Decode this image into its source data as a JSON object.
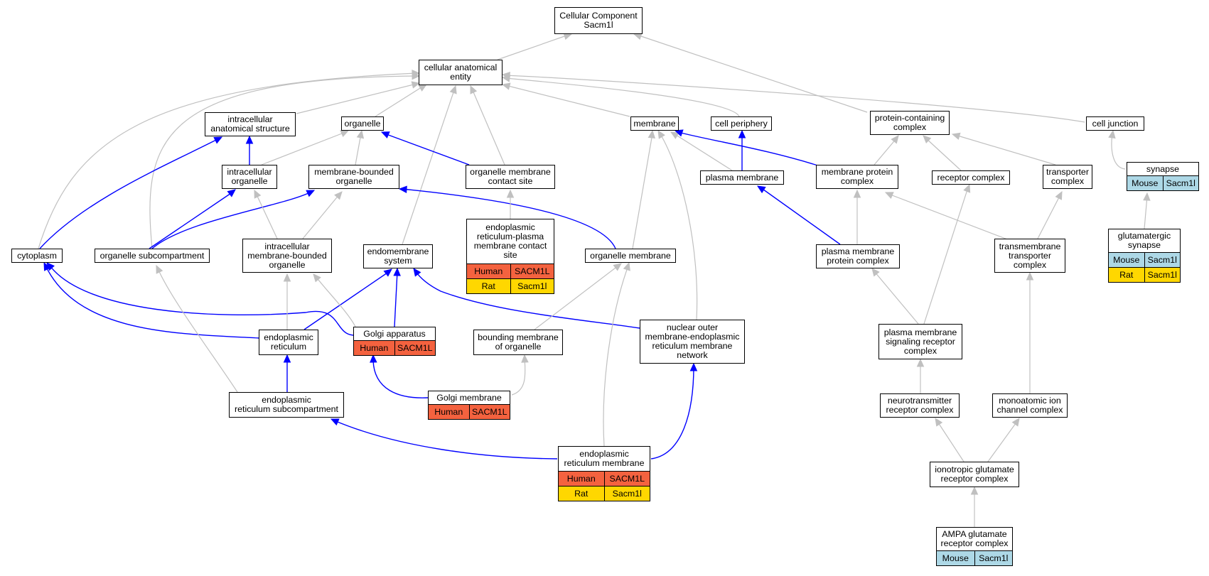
{
  "colors": {
    "gray_edge": "#c0c0c0",
    "blue_edge": "#0000ff",
    "Human": "#f4623f",
    "Rat": "#ffd700",
    "Mouse": "#add8e6"
  },
  "nodes": [
    {
      "id": "cc",
      "label": "Cellular Component\nSacm1l",
      "annot": []
    },
    {
      "id": "cae",
      "label": "cellular anatomical\nentity",
      "annot": []
    },
    {
      "id": "ias",
      "label": "intracellular\nanatomical structure",
      "annot": []
    },
    {
      "id": "org",
      "label": "organelle",
      "annot": []
    },
    {
      "id": "mem",
      "label": "membrane",
      "annot": []
    },
    {
      "id": "cp",
      "label": "cell periphery",
      "annot": []
    },
    {
      "id": "pcc",
      "label": "protein-containing\ncomplex",
      "annot": []
    },
    {
      "id": "cj",
      "label": "cell junction",
      "annot": []
    },
    {
      "id": "io",
      "label": "intracellular\norganelle",
      "annot": []
    },
    {
      "id": "mbo",
      "label": "membrane-bounded\norganelle",
      "annot": []
    },
    {
      "id": "omcs",
      "label": "organelle membrane\ncontact site",
      "annot": []
    },
    {
      "id": "pm",
      "label": "plasma membrane",
      "annot": []
    },
    {
      "id": "mpc",
      "label": "membrane protein\ncomplex",
      "annot": []
    },
    {
      "id": "rc",
      "label": "receptor complex",
      "annot": []
    },
    {
      "id": "tc",
      "label": "transporter\ncomplex",
      "annot": []
    },
    {
      "id": "syn",
      "label": "synapse",
      "annot": [
        [
          "Mouse",
          "Sacm1l"
        ]
      ]
    },
    {
      "id": "cyt",
      "label": "cytoplasm",
      "annot": []
    },
    {
      "id": "osc",
      "label": "organelle subcompartment",
      "annot": []
    },
    {
      "id": "imbo",
      "label": "intracellular\nmembrane-bounded\norganelle",
      "annot": []
    },
    {
      "id": "es",
      "label": "endomembrane\nsystem",
      "annot": []
    },
    {
      "id": "erpm",
      "label": "endoplasmic\nreticulum-plasma\nmembrane contact\nsite",
      "annot": [
        [
          "Human",
          "SACM1L"
        ],
        [
          "Rat",
          "Sacm1l"
        ]
      ]
    },
    {
      "id": "om",
      "label": "organelle membrane",
      "annot": []
    },
    {
      "id": "pmpc",
      "label": "plasma membrane\nprotein complex",
      "annot": []
    },
    {
      "id": "tmtc",
      "label": "transmembrane\ntransporter\ncomplex",
      "annot": []
    },
    {
      "id": "gs",
      "label": "glutamatergic\nsynapse",
      "annot": [
        [
          "Mouse",
          "Sacm1l"
        ],
        [
          "Rat",
          "Sacm1l"
        ]
      ]
    },
    {
      "id": "er",
      "label": "endoplasmic\nreticulum",
      "annot": []
    },
    {
      "id": "ga",
      "label": "Golgi apparatus",
      "annot": [
        [
          "Human",
          "SACM1L"
        ]
      ]
    },
    {
      "id": "bmo",
      "label": "bounding membrane\nof organelle",
      "annot": []
    },
    {
      "id": "nom",
      "label": "nuclear outer\nmembrane-endoplasmic\nreticulum membrane\nnetwork",
      "annot": []
    },
    {
      "id": "pmsrc",
      "label": "plasma membrane\nsignaling receptor\ncomplex",
      "annot": []
    },
    {
      "id": "ersc",
      "label": "endoplasmic\nreticulum subcompartment",
      "annot": []
    },
    {
      "id": "gm",
      "label": "Golgi membrane",
      "annot": [
        [
          "Human",
          "SACM1L"
        ]
      ]
    },
    {
      "id": "ntrc",
      "label": "neurotransmitter\nreceptor complex",
      "annot": []
    },
    {
      "id": "micc",
      "label": "monoatomic ion\nchannel complex",
      "annot": []
    },
    {
      "id": "erm",
      "label": "endoplasmic\nreticulum membrane",
      "annot": [
        [
          "Human",
          "SACM1L"
        ],
        [
          "Rat",
          "Sacm1l"
        ]
      ]
    },
    {
      "id": "igrc",
      "label": "ionotropic glutamate\nreceptor complex",
      "annot": []
    },
    {
      "id": "ampa",
      "label": "AMPA glutamate\nreceptor complex",
      "annot": [
        [
          "Mouse",
          "Sacm1l"
        ]
      ]
    }
  ],
  "edges": [
    {
      "from": "cae",
      "to": "cc",
      "kind": "is_a"
    },
    {
      "from": "pcc",
      "to": "cc",
      "kind": "is_a"
    },
    {
      "from": "ias",
      "to": "cae",
      "kind": "is_a"
    },
    {
      "from": "org",
      "to": "cae",
      "kind": "is_a"
    },
    {
      "from": "mem",
      "to": "cae",
      "kind": "is_a"
    },
    {
      "from": "cp",
      "to": "cae",
      "kind": "is_a"
    },
    {
      "from": "cj",
      "to": "cae",
      "kind": "is_a"
    },
    {
      "from": "cyt",
      "to": "cae",
      "kind": "is_a"
    },
    {
      "from": "osc",
      "to": "cae",
      "kind": "is_a"
    },
    {
      "from": "es",
      "to": "cae",
      "kind": "is_a"
    },
    {
      "from": "omcs",
      "to": "cae",
      "kind": "is_a"
    },
    {
      "from": "io",
      "to": "ias",
      "kind": "part_of"
    },
    {
      "from": "cyt",
      "to": "ias",
      "kind": "part_of"
    },
    {
      "from": "io",
      "to": "org",
      "kind": "is_a"
    },
    {
      "from": "mbo",
      "to": "org",
      "kind": "is_a"
    },
    {
      "from": "omcs",
      "to": "org",
      "kind": "part_of"
    },
    {
      "from": "pm",
      "to": "mem",
      "kind": "is_a"
    },
    {
      "from": "mpc",
      "to": "mem",
      "kind": "part_of"
    },
    {
      "from": "om",
      "to": "mem",
      "kind": "is_a"
    },
    {
      "from": "nom",
      "to": "mem",
      "kind": "is_a"
    },
    {
      "from": "pm",
      "to": "cp",
      "kind": "part_of"
    },
    {
      "from": "mpc",
      "to": "pcc",
      "kind": "is_a"
    },
    {
      "from": "rc",
      "to": "pcc",
      "kind": "is_a"
    },
    {
      "from": "tc",
      "to": "pcc",
      "kind": "is_a"
    },
    {
      "from": "syn",
      "to": "cj",
      "kind": "is_a"
    },
    {
      "from": "gs",
      "to": "syn",
      "kind": "is_a"
    },
    {
      "from": "osc",
      "to": "io",
      "kind": "part_of"
    },
    {
      "from": "osc",
      "to": "mbo",
      "kind": "part_of"
    },
    {
      "from": "om",
      "to": "mbo",
      "kind": "part_of"
    },
    {
      "from": "imbo",
      "to": "io",
      "kind": "is_a"
    },
    {
      "from": "imbo",
      "to": "mbo",
      "kind": "is_a"
    },
    {
      "from": "erpm",
      "to": "omcs",
      "kind": "is_a"
    },
    {
      "from": "pmpc",
      "to": "pm",
      "kind": "part_of"
    },
    {
      "from": "pmpc",
      "to": "mpc",
      "kind": "is_a"
    },
    {
      "from": "tmtc",
      "to": "mpc",
      "kind": "is_a"
    },
    {
      "from": "tmtc",
      "to": "tc",
      "kind": "is_a"
    },
    {
      "from": "pmsrc",
      "to": "rc",
      "kind": "is_a"
    },
    {
      "from": "pmsrc",
      "to": "pmpc",
      "kind": "is_a"
    },
    {
      "from": "er",
      "to": "cyt",
      "kind": "part_of"
    },
    {
      "from": "ga",
      "to": "cyt",
      "kind": "part_of"
    },
    {
      "from": "er",
      "to": "es",
      "kind": "part_of"
    },
    {
      "from": "ga",
      "to": "es",
      "kind": "part_of"
    },
    {
      "from": "nom",
      "to": "es",
      "kind": "part_of"
    },
    {
      "from": "er",
      "to": "imbo",
      "kind": "is_a"
    },
    {
      "from": "ga",
      "to": "imbo",
      "kind": "is_a"
    },
    {
      "from": "bmo",
      "to": "om",
      "kind": "is_a"
    },
    {
      "from": "ersc",
      "to": "er",
      "kind": "part_of"
    },
    {
      "from": "ersc",
      "to": "osc",
      "kind": "is_a"
    },
    {
      "from": "gm",
      "to": "ga",
      "kind": "part_of"
    },
    {
      "from": "gm",
      "to": "bmo",
      "kind": "is_a"
    },
    {
      "from": "erm",
      "to": "ersc",
      "kind": "part_of"
    },
    {
      "from": "erm",
      "to": "nom",
      "kind": "part_of"
    },
    {
      "from": "erm",
      "to": "om",
      "kind": "is_a"
    },
    {
      "from": "ntrc",
      "to": "pmsrc",
      "kind": "is_a"
    },
    {
      "from": "micc",
      "to": "tmtc",
      "kind": "is_a"
    },
    {
      "from": "igrc",
      "to": "ntrc",
      "kind": "is_a"
    },
    {
      "from": "igrc",
      "to": "micc",
      "kind": "is_a"
    },
    {
      "from": "ampa",
      "to": "igrc",
      "kind": "is_a"
    }
  ]
}
